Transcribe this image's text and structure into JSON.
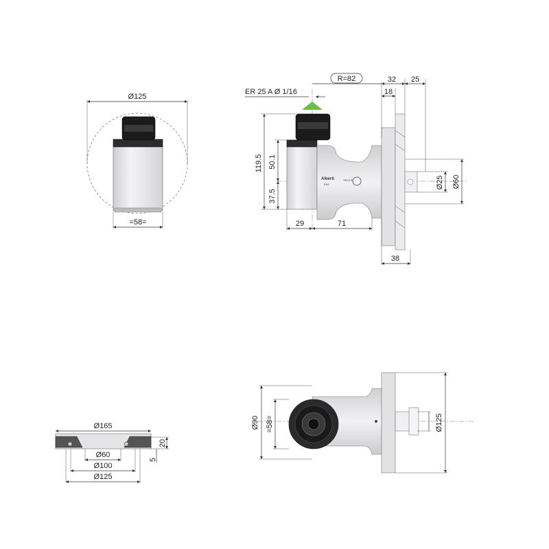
{
  "top_left_view": {
    "dia_outer": "Ø125",
    "width": "=58="
  },
  "top_right_view": {
    "collet": "ER 25 A Ø 1/16",
    "radius": "R=82",
    "d32": "32",
    "d25": "25",
    "d18": "18",
    "height_total": "119.5",
    "height_upper": "50.1",
    "height_lower": "37.5",
    "d29": "29",
    "d71": "71",
    "d38": "38",
    "dia25": "Ø25",
    "dia60": "Ø60",
    "brand": "Alberti",
    "brand_sub": "EAZ",
    "model": "750-2.5"
  },
  "bottom_left_view": {
    "dia165": "Ø165",
    "dia60": "Ø60",
    "dia100": "Ø100",
    "dia125": "Ø125",
    "h20": "20",
    "h5": "5"
  },
  "bottom_right_view": {
    "dia90": "Ø90",
    "width": "=58=",
    "dia125": "Ø125"
  },
  "colors": {
    "arrow": "#6abf45",
    "body": "#e6e6e8",
    "collet_nut": "#1b1b1b"
  }
}
